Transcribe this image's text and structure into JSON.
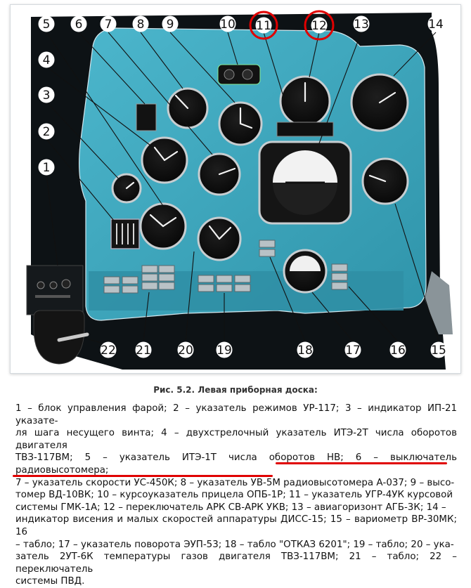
{
  "figure": {
    "callouts": [
      "1",
      "2",
      "3",
      "4",
      "5",
      "6",
      "7",
      "8",
      "9",
      "10",
      "11",
      "12",
      "13",
      "14",
      "15",
      "16",
      "17",
      "18",
      "19",
      "20",
      "21",
      "22"
    ],
    "highlighted_callouts": [
      "11",
      "12"
    ],
    "accent_color": "#e00000",
    "panel_color": "#3fa6bd",
    "frame_color": "#0d1215"
  },
  "caption": "Рис. 5.2. Левая приборная доска:",
  "legend": [
    "1 – блок управления фарой; 2 – указатель режимов УР-117; 3 – индикатор ИП-21 указате-",
    "ля шага несущего винта; 4 – двухстрелочный указатель ИТЭ-2Т числа оборотов двигателя",
    "ТВЗ-117ВМ; 5 – указатель ИТЭ-1Т числа оборотов НВ; 6 – выключатель радиовысотомера;",
    "7 – указатель скорости УС-450К; 8 – указатель УВ-5М радиовысотомера А-037; 9 – высо-",
    "томер ВД-10ВК; 10 – курсоуказатель прицела ОПБ-1Р; 11 – указатель УГР-4УК курсовой",
    "системы ГМК-1А; 12 – переключатель АРК СВ-АРК УКВ; 13 – авиагоризонт АГБ-3К; 14 –",
    "индикатор висения и малых скоростей аппаратуры ДИСС-15; 15 – вариометр ВР-30МК; 16",
    "– табло; 17 – указатель поворота ЭУП-53; 18 – табло \"ОТКАЗ 6201\"; 19 – табло; 20 – ука-",
    "затель 2УТ-6К температуры газов двигателя ТВЗ-117ВМ; 21 – табло; 22 – переключатель",
    "системы ПВД."
  ]
}
